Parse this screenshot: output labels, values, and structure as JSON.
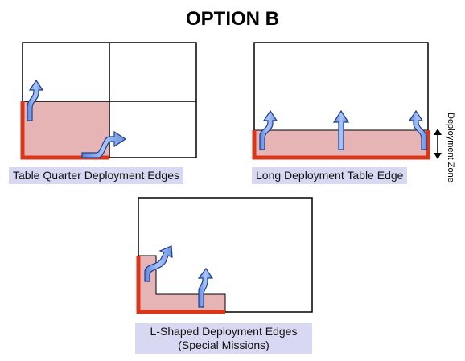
{
  "title": "OPTION B",
  "panels": {
    "quarter": {
      "label": "Table Quarter Deployment Edges"
    },
    "long": {
      "label": "Long Deployment Table Edge",
      "zone_label": "Deployment Zone"
    },
    "lshape": {
      "label_line1": "L-Shaped Deployment Edges",
      "label_line2": "(Special Missions)"
    }
  },
  "colors": {
    "edge": "#d9361c",
    "zone_fill": "#e6b4b4",
    "arrow_fill": "#8fb2f0",
    "arrow_stroke": "#1e3c8c",
    "label_bg": "#d8d8f2"
  }
}
